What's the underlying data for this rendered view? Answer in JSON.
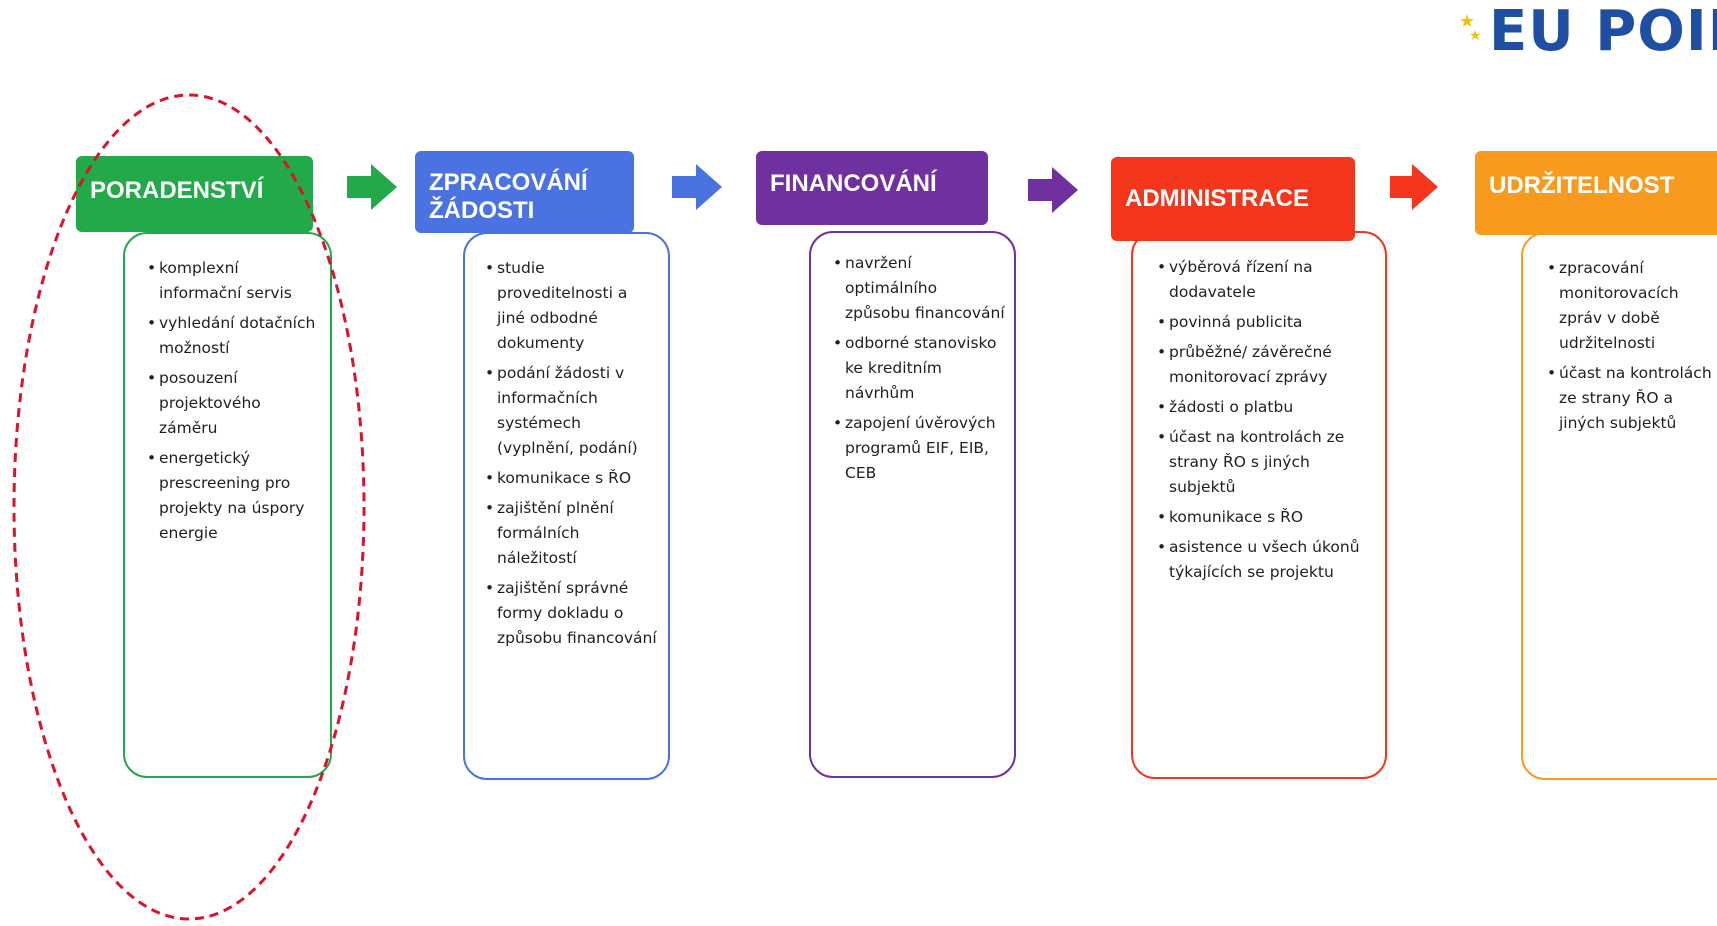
{
  "logo": {
    "text": "EU POINT",
    "icon": "eu-stars-icon"
  },
  "colors": {
    "green": "#21a94a",
    "blue": "#4a72e0",
    "purple": "#7030a0",
    "red": "#f4361c",
    "orange": "#f79a1e",
    "highlight": "#d9142b"
  },
  "stages": [
    {
      "title": "PORADENSTVÍ",
      "items": [
        "komplexní informační servis",
        "vyhledání dotačních možností",
        "posouzení projektového záměru",
        "energetický prescreening pro projekty na úspory energie"
      ]
    },
    {
      "title": "ZPRACOVÁNÍ ŽÁDOSTI",
      "items": [
        "studie proveditelnosti a jiné odbodné dokumenty",
        "podání žádosti v informačních systémech (vyplnění, podání)",
        "komunikace s ŘO",
        "zajištění plnění formálních náležitostí",
        "zajištění správné formy dokladu o způsobu financování"
      ]
    },
    {
      "title": "FINANCOVÁNÍ",
      "items": [
        "navržení optimálního způsobu financování",
        "odborné stanovisko ke kreditním návrhům",
        "zapojení úvěrových programů EIF, EIB, CEB"
      ]
    },
    {
      "title": "ADMINISTRACE",
      "items": [
        "výběrová řízení na dodavatele",
        "povinná publicita",
        "průběžné/ závěrečné monitorovací zprávy",
        "žádosti o platbu",
        "účast na kontrolách ze strany ŘO s jiných subjektů",
        "komunikace s ŘO",
        "asistence u všech úkonů týkajících se projektu"
      ]
    },
    {
      "title": "UDRŽITELNOST",
      "items": [
        "zpracování monitorovacích zpráv v době udržitelnosti",
        "účast na kontrolách ze strany ŘO a jiných subjektů"
      ]
    }
  ]
}
